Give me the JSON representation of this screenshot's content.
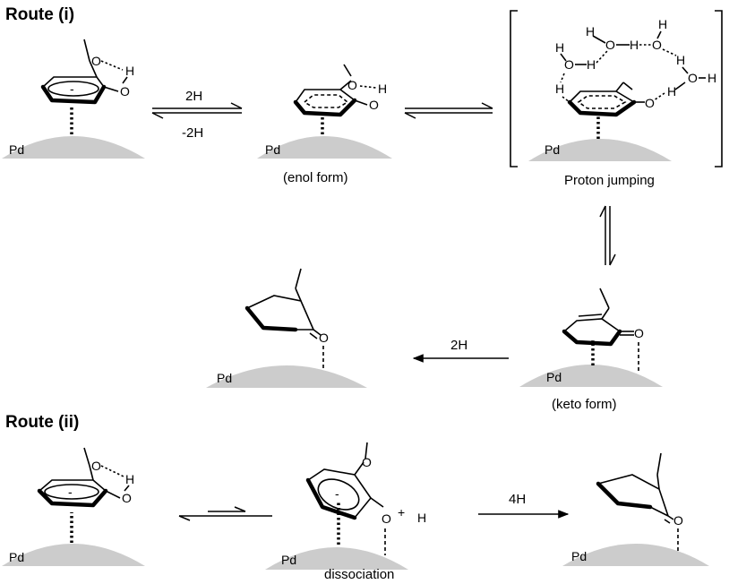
{
  "route_i_title": "Route (i)",
  "route_ii_title": "Route (ii)",
  "surface_label": "Pd",
  "labels": {
    "enol": "(enol form)",
    "proton": "Proton jumping",
    "keto": "(keto form)",
    "dissociation": "dissociation"
  },
  "arrows": {
    "forward_2h": "2H",
    "reverse_2h": "-2H",
    "keto_to_ketone": "2H",
    "four_h": "4H"
  },
  "atoms": {
    "O": "O",
    "H": "H",
    "charge": "-",
    "plus": "+"
  }
}
